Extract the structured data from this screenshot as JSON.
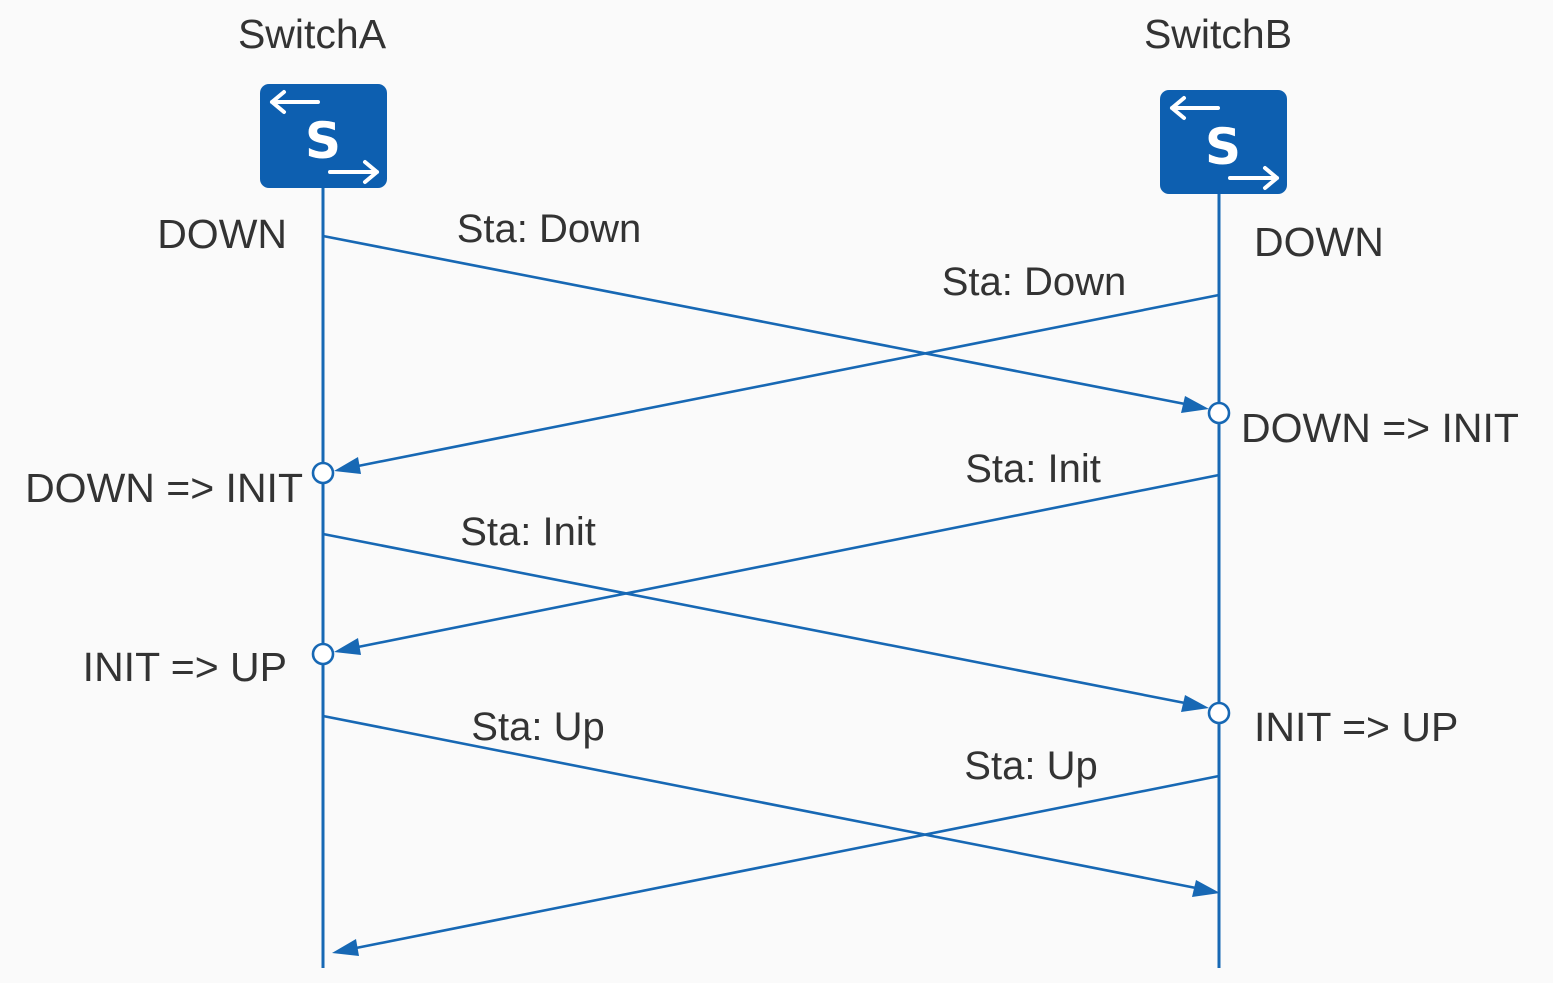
{
  "nodes": {
    "switch_a": {
      "name": "SwitchA",
      "initial_state": "DOWN",
      "icon": "switch-icon",
      "icon_letter": "S"
    },
    "switch_b": {
      "name": "SwitchB",
      "initial_state": "DOWN",
      "icon": "switch-icon",
      "icon_letter": "S"
    }
  },
  "messages": [
    {
      "label": "Sta: Down",
      "from": "SwitchA",
      "to": "SwitchB"
    },
    {
      "label": "Sta: Down",
      "from": "SwitchB",
      "to": "SwitchA"
    },
    {
      "label": "Sta: Init",
      "from": "SwitchB",
      "to": "SwitchA"
    },
    {
      "label": "Sta: Init",
      "from": "SwitchA",
      "to": "SwitchB"
    },
    {
      "label": "Sta: Up",
      "from": "SwitchA",
      "to": "SwitchB"
    },
    {
      "label": "Sta: Up",
      "from": "SwitchB",
      "to": "SwitchA"
    }
  ],
  "transitions": {
    "switch_a": [
      "DOWN => INIT",
      "INIT => UP"
    ],
    "switch_b": [
      "DOWN => INIT",
      "INIT => UP"
    ]
  },
  "colors": {
    "accent": "#1768b4",
    "switch_fill": "#0d5fb0",
    "text": "#333333",
    "background": "#fafafa"
  }
}
